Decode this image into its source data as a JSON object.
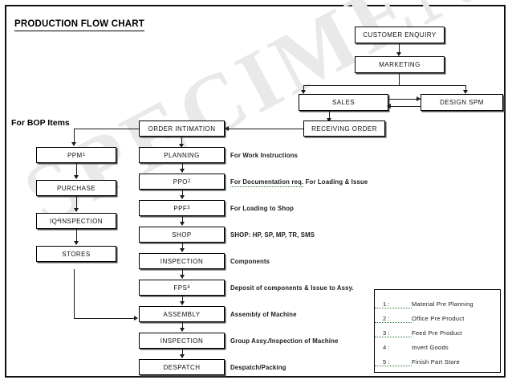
{
  "document": {
    "title": "PRODUCTION FLOW CHART",
    "watermark": "SPECIMEN COPY",
    "bop_label": "For BOP Items"
  },
  "top_flow": {
    "customer_enquiry": "CUSTOMER ENQUIRY",
    "marketing": "MARKETING",
    "sales": "SALES",
    "design_spm": "DESIGN SPM",
    "receiving_order": "RECEIVING  ORDER"
  },
  "main_flow": {
    "order_intimation": "ORDER INTIMATION",
    "steps": [
      {
        "label": "PLANNING",
        "sup": "",
        "note": "For Work Instructions",
        "note_flagged": ""
      },
      {
        "label": "PPO",
        "sup": "2",
        "note": " For Loading  & Issue",
        "note_flagged": "For Documentation req."
      },
      {
        "label": "PPF",
        "sup": "3",
        "note": "For Loading to Shop",
        "note_flagged": ""
      },
      {
        "label": "SHOP",
        "sup": "",
        "note": "SHOP: HP, SP, MP, TR, SMS",
        "note_flagged": ""
      },
      {
        "label": "INSPECTION",
        "sup": "",
        "note": "Components",
        "note_flagged": ""
      },
      {
        "label": "FPS",
        "sup": "4",
        "note": "Deposit of components & Issue to Assy.",
        "note_flagged": ""
      },
      {
        "label": "ASSEMBLY",
        "sup": "",
        "note": "Assembly of Machine",
        "note_flagged": ""
      },
      {
        "label": "INSPECTION",
        "sup": "",
        "note": "Group Assy./Inspection of Machine",
        "note_flagged": ""
      },
      {
        "label": "DESPATCH",
        "sup": "",
        "note": "Despatch/Packing",
        "note_flagged": ""
      }
    ]
  },
  "bop_flow": {
    "steps": [
      {
        "label": "PPM",
        "sup": "1"
      },
      {
        "label": "PURCHASE",
        "sup": ""
      },
      {
        "label": "IQ",
        "sup": "4",
        "suffix": " INSPECTION"
      },
      {
        "label": "STORES",
        "sup": ""
      }
    ]
  },
  "legend": {
    "items": [
      {
        "num": "1 :",
        "text": "Material Pre Planning",
        "flagged": true
      },
      {
        "num": "2 :",
        "text": "Office Pre Product",
        "flagged": true
      },
      {
        "num": "3 :",
        "text": "Feed Pre Product",
        "flagged": true
      },
      {
        "num": "4 :",
        "text": "Invert Goods",
        "flagged": false
      },
      {
        "num": "5 :",
        "text": "Finish Part Store",
        "flagged": true
      }
    ]
  },
  "colors": {
    "ink": "#111111",
    "spellcheck_underline": "#2e7d32",
    "watermark": "#e9e9e9"
  }
}
